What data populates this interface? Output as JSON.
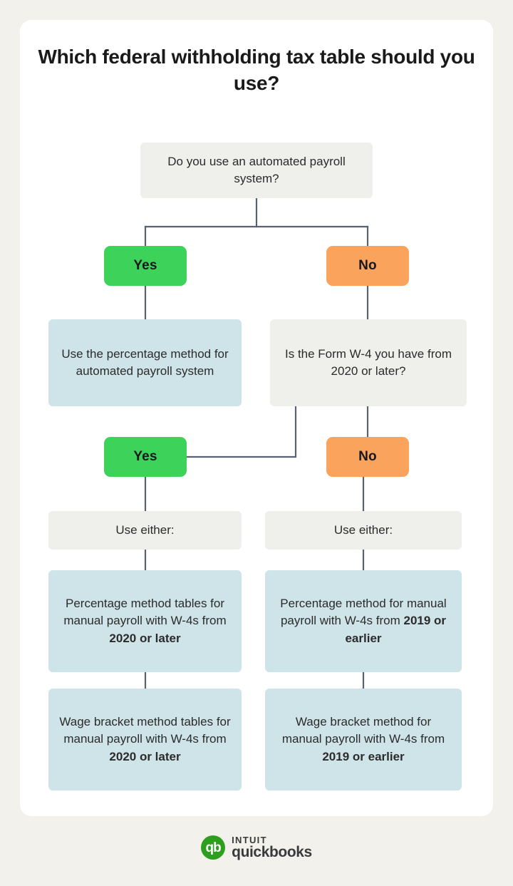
{
  "page": {
    "background_color": "#F2F1EC",
    "card_color": "#FFFFFF",
    "title": "Which federal withholding tax table should you use?"
  },
  "theme": {
    "grey_box": "#EFEFEC",
    "blue_box": "#CFE4E8",
    "green_pill": "#3DD35A",
    "orange_pill": "#F9A35C",
    "connector_line": "#5A6270",
    "text": "#2B2B2B",
    "brand_green": "#2CA01C"
  },
  "flowchart": {
    "type": "decision-tree",
    "question_1": "Do you use an automated payroll system?",
    "branch_1": {
      "yes_label": "Yes",
      "no_label": "No"
    },
    "result_automated": "Use the percentage method for automated payroll system",
    "question_2": "Is the Form W-4 you have from 2020 or later?",
    "branch_2": {
      "yes_label": "Yes",
      "no_label": "No"
    },
    "use_either_left": "Use either:",
    "use_either_right": "Use either:",
    "outcomes": {
      "percentage_2020": {
        "text": "Percentage method tables for manual payroll with W-4s from ",
        "emphasis": "2020 or later"
      },
      "percentage_2019": {
        "text": "Percentage method for manual payroll with W-4s from ",
        "emphasis": "2019 or earlier"
      },
      "wage_bracket_2020": {
        "text": "Wage bracket method tables for manual payroll with W-4s from ",
        "emphasis": "2020 or later"
      },
      "wage_bracket_2019": {
        "text": "Wage bracket method for manual payroll with W-4s from ",
        "emphasis": "2019 or earlier"
      }
    }
  },
  "footer": {
    "logo_mark": "qb",
    "logo_intuit": "INTUIT",
    "logo_product": "quickbooks"
  }
}
